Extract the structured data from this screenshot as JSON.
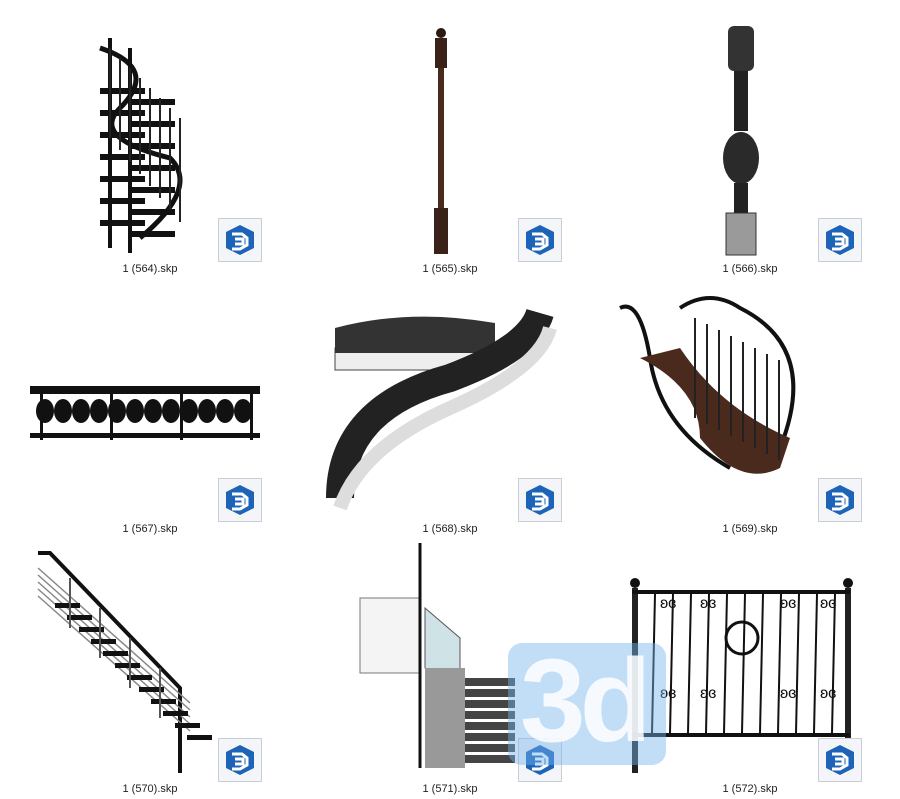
{
  "files": [
    {
      "name": "1 (564).skp",
      "icon": "sketchup-icon"
    },
    {
      "name": "1 (565).skp",
      "icon": "sketchup-icon"
    },
    {
      "name": "1 (566).skp",
      "icon": "sketchup-icon"
    },
    {
      "name": "1 (567).skp",
      "icon": "sketchup-icon"
    },
    {
      "name": "1 (568).skp",
      "icon": "sketchup-icon"
    },
    {
      "name": "1 (569).skp",
      "icon": "sketchup-icon"
    },
    {
      "name": "1 (570).skp",
      "icon": "sketchup-icon"
    },
    {
      "name": "1 (571).skp",
      "icon": "sketchup-icon"
    },
    {
      "name": "1 (572).skp",
      "icon": "sketchup-icon"
    }
  ],
  "watermark": "3d",
  "colors": {
    "sketchup_blue": "#1d63b8",
    "watermark": "#78b4eb"
  }
}
